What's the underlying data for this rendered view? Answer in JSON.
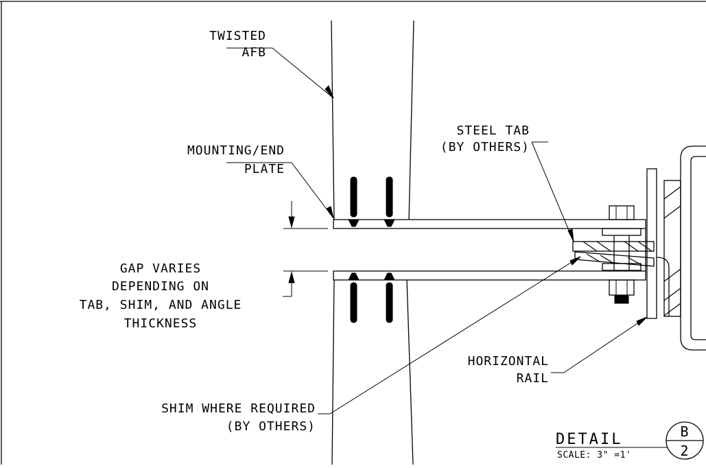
{
  "labels": {
    "twisted_afb": [
      "TWISTED",
      "AFB"
    ],
    "mounting_plate": [
      "MOUNTING/END",
      "PLATE"
    ],
    "steel_tab": [
      "STEEL TAB",
      "(BY OTHERS)"
    ],
    "gap_varies": [
      "GAP VARIES",
      "DEPENDING ON",
      "TAB, SHIM, AND ANGLE",
      "THICKNESS"
    ],
    "horizontal_rail": [
      "HORIZONTAL",
      "RAIL"
    ],
    "shim": [
      "SHIM WHERE REQUIRED",
      "(BY OTHERS)"
    ]
  },
  "title_block": {
    "detail": "DETAIL",
    "scale": "SCALE: 3\" =1'",
    "letter": "B",
    "number": "2"
  },
  "colors": {
    "line": "#000000",
    "background": "#ffffff"
  }
}
